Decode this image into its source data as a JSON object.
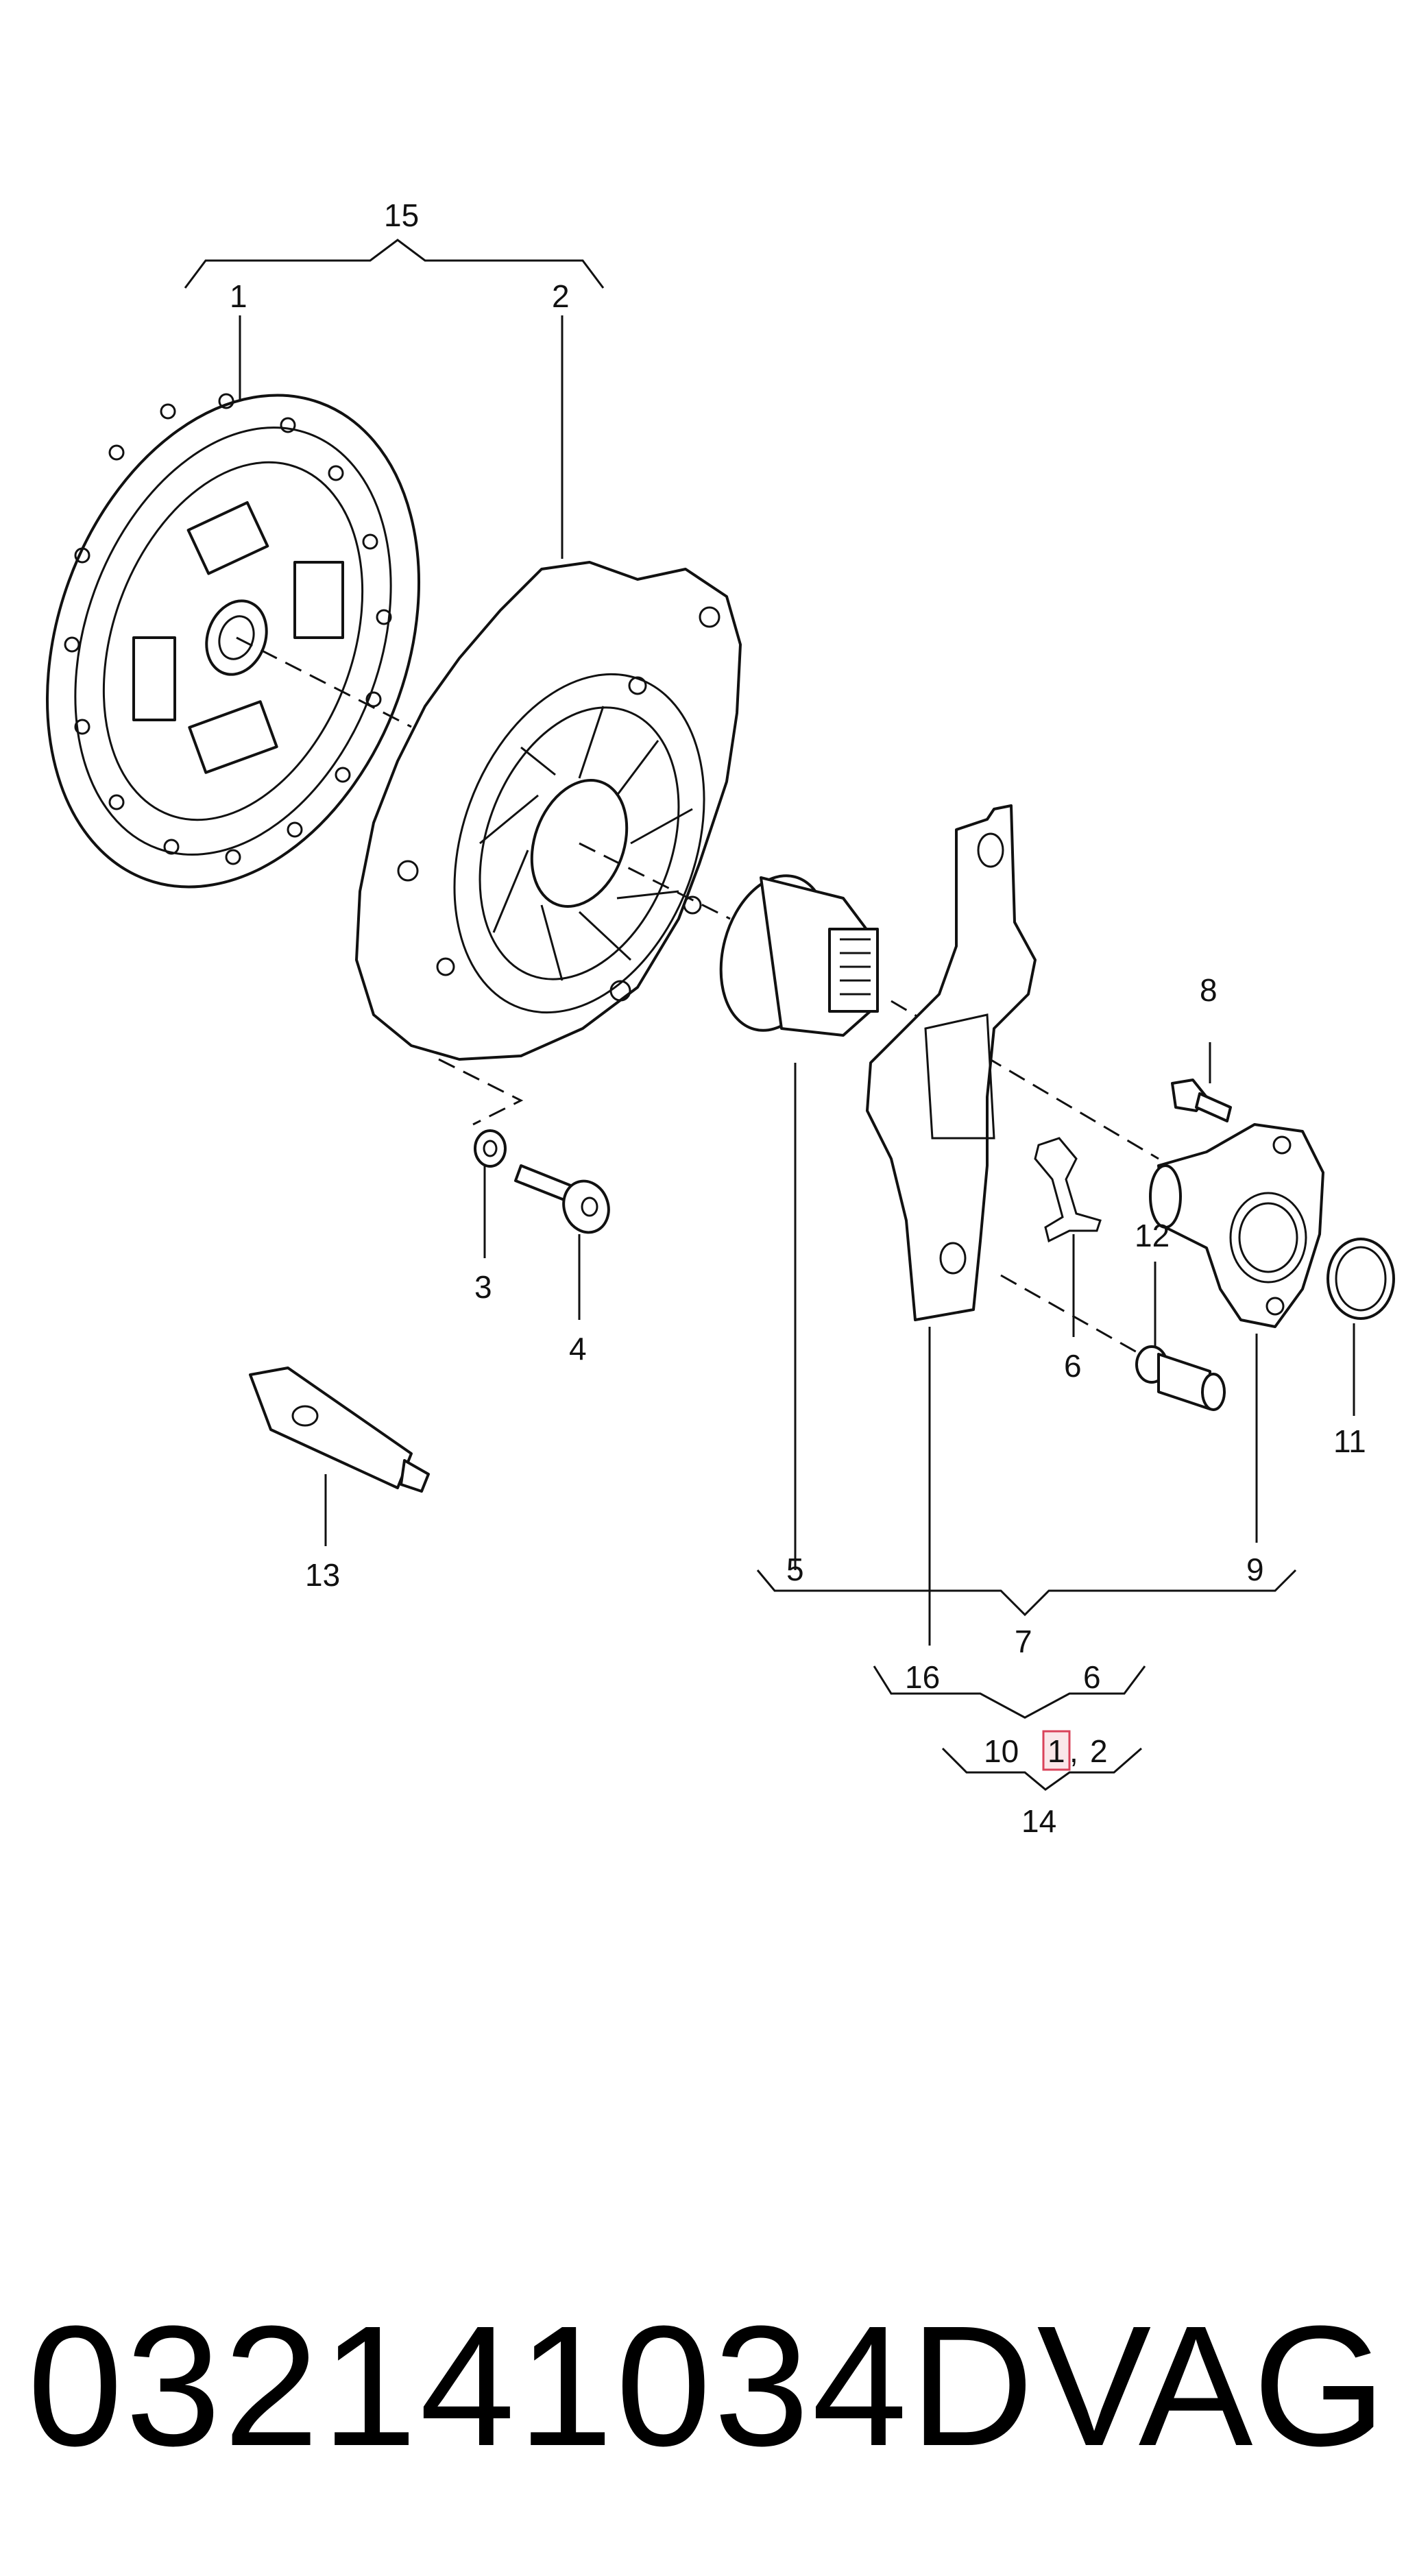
{
  "diagram": {
    "callouts": {
      "c1": "1",
      "c2": "2",
      "c3": "3",
      "c4": "4",
      "c5": "5",
      "c6": "6",
      "c7": "7",
      "c8": "8",
      "c9": "9",
      "c10": "10",
      "c11": "11",
      "c12": "12",
      "c13": "13",
      "c14": "14",
      "c15": "15",
      "c16": "16",
      "g5": "5",
      "g9": "9",
      "g16": "16",
      "g6": "6",
      "g10": "10",
      "g1": "1",
      "g2": "2",
      "comma": ","
    },
    "highlight_color": "#d9435a"
  },
  "footer": {
    "part_number": "032141034D",
    "brand": "VAG"
  }
}
